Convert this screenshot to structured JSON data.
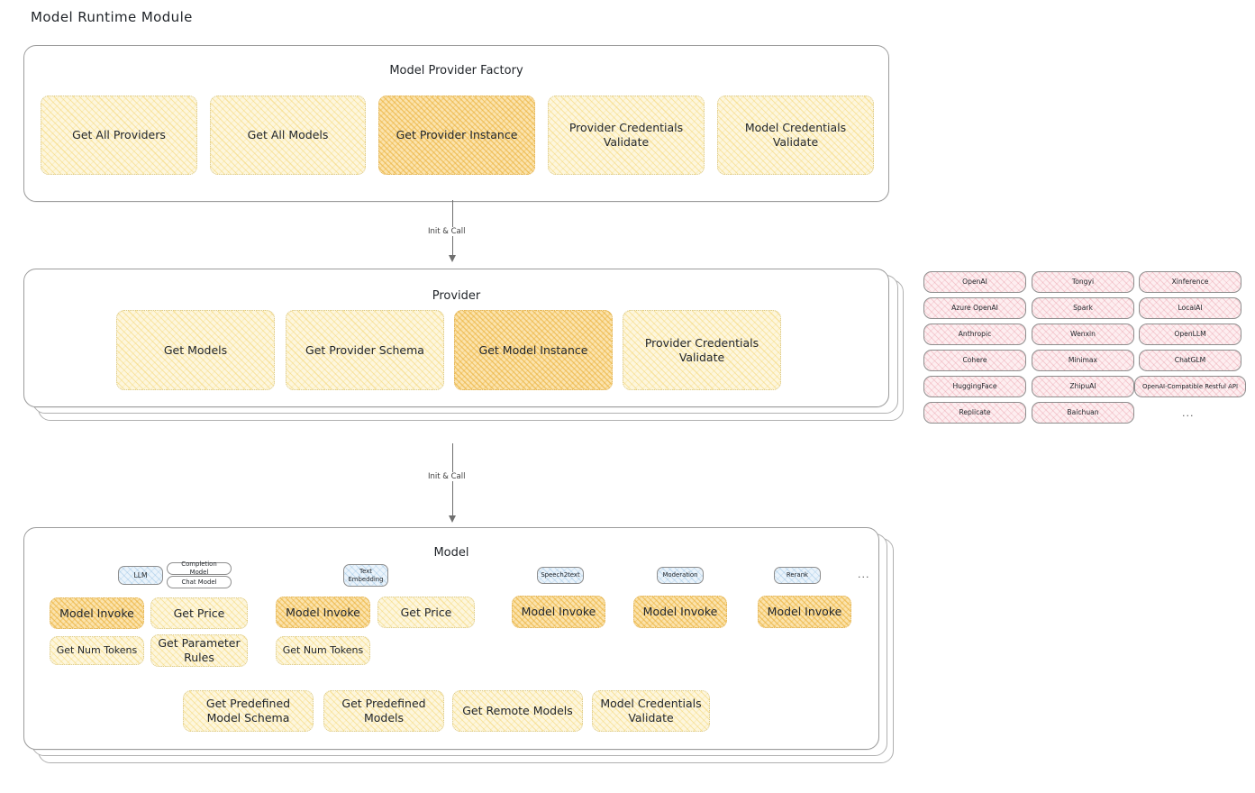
{
  "page": {
    "title": "Model Runtime Module"
  },
  "arrows": [
    {
      "label": "Init & Call"
    },
    {
      "label": "Init & Call"
    }
  ],
  "factory": {
    "title": "Model Provider Factory",
    "nodes": [
      {
        "label": "Get All Providers",
        "highlight": false
      },
      {
        "label": "Get All Models",
        "highlight": false
      },
      {
        "label": "Get Provider Instance",
        "highlight": true
      },
      {
        "label": "Provider Credentials Validate",
        "highlight": false
      },
      {
        "label": "Model Credentials Validate",
        "highlight": false
      }
    ]
  },
  "provider": {
    "title": "Provider",
    "nodes": [
      {
        "label": "Get Models",
        "highlight": false
      },
      {
        "label": "Get Provider Schema",
        "highlight": false
      },
      {
        "label": "Get Model Instance",
        "highlight": true
      },
      {
        "label": "Provider Credentials Validate",
        "highlight": false
      }
    ]
  },
  "provider_list": {
    "ellipsis": "...",
    "columns": [
      {
        "items": [
          "OpenAI",
          "Azure OpenAI",
          "Anthropic",
          "Cohere",
          "HuggingFace",
          "Replicate"
        ]
      },
      {
        "items": [
          "Tongyi",
          "Spark",
          "Wenxin",
          "Minimax",
          "ZhipuAI",
          "Baichuan"
        ]
      },
      {
        "items": [
          "Xinference",
          "LocalAI",
          "OpenLLM",
          "ChatGLM",
          "OpenAI-Compatible Restful API"
        ]
      }
    ]
  },
  "model": {
    "title": "Model",
    "ellipsis": "...",
    "types": [
      {
        "name": "LLM",
        "sub_labels": [
          "Completion Model",
          "Chat Model"
        ],
        "methods": [
          {
            "label": "Model Invoke",
            "highlight": true
          },
          {
            "label": "Get Price",
            "highlight": false
          },
          {
            "label": "Get Num Tokens",
            "highlight": false
          },
          {
            "label": "Get Parameter Rules",
            "highlight": false
          }
        ]
      },
      {
        "name": "Text Embedding",
        "sub_labels": [],
        "methods": [
          {
            "label": "Model Invoke",
            "highlight": true
          },
          {
            "label": "Get Price",
            "highlight": false
          },
          {
            "label": "Get Num Tokens",
            "highlight": false
          }
        ]
      },
      {
        "name": "Speech2text",
        "sub_labels": [],
        "methods": [
          {
            "label": "Model Invoke",
            "highlight": true
          }
        ]
      },
      {
        "name": "Moderation",
        "sub_labels": [],
        "methods": [
          {
            "label": "Model Invoke",
            "highlight": true
          }
        ]
      },
      {
        "name": "Rerank",
        "sub_labels": [],
        "methods": [
          {
            "label": "Model Invoke",
            "highlight": true
          }
        ]
      }
    ],
    "common_methods": [
      {
        "label": "Get Predefined Model Schema"
      },
      {
        "label": "Get Predefined Models"
      },
      {
        "label": "Get Remote Models"
      },
      {
        "label": "Model Credentials Validate"
      }
    ]
  },
  "colors": {
    "node_yellow": "#fdf6dd",
    "node_orange": "#fbe3ad",
    "chip_pink": "#fdeef0",
    "chip_blue": "#eaf3fb",
    "stroke": "#9c9c9c"
  }
}
